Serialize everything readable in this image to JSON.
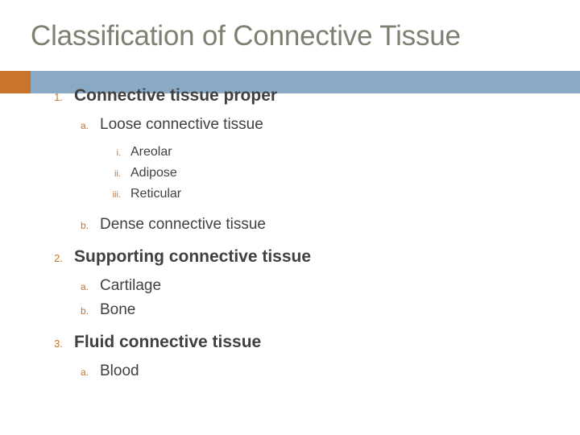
{
  "slide": {
    "title": "Classification of Connective Tissue",
    "theme": {
      "banner_color": "#8aa9c4",
      "accent_color": "#c8742a",
      "title_color": "#7f7f72",
      "body_text_color": "#404040"
    },
    "outline": [
      {
        "marker": "1.",
        "text": "Connective tissue proper",
        "children": [
          {
            "marker": "a.",
            "text": "Loose connective tissue",
            "children": [
              {
                "marker": "i.",
                "text": "Areolar"
              },
              {
                "marker": "ii.",
                "text": "Adipose"
              },
              {
                "marker": "iii.",
                "text": "Reticular"
              }
            ]
          },
          {
            "marker": "b.",
            "text": "Dense connective tissue",
            "children": []
          }
        ]
      },
      {
        "marker": "2.",
        "text": "Supporting connective tissue",
        "children": [
          {
            "marker": "a.",
            "text": "Cartilage",
            "children": []
          },
          {
            "marker": "b.",
            "text": "Bone",
            "children": []
          }
        ]
      },
      {
        "marker": "3.",
        "text": "Fluid connective tissue",
        "children": [
          {
            "marker": "a.",
            "text": "Blood",
            "children": []
          }
        ]
      }
    ]
  }
}
